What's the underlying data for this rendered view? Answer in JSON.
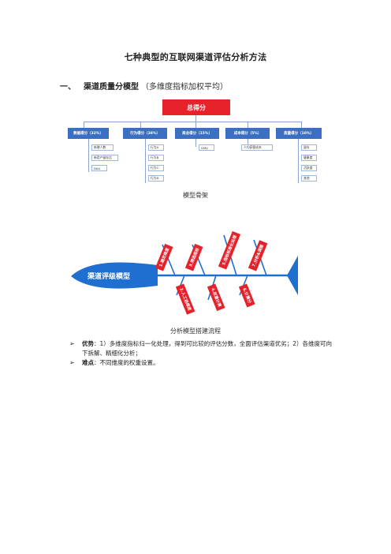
{
  "title": "七种典型的互联网渠道评估分析方法",
  "section": {
    "number": "一、",
    "heading": "渠道质量分模型",
    "sub": "（多维度指标加权平均）"
  },
  "tree": {
    "root": "总得分",
    "categories": [
      {
        "label": "数据得分（32%）",
        "leaves": [
          "新增人数",
          "新用户留存比",
          "DAU"
        ]
      },
      {
        "label": "行为得分（38%）",
        "leaves": [
          "行为A",
          "行为B",
          "行为C",
          "行为D"
        ]
      },
      {
        "label": "商业得分（15%）",
        "leaves": [
          "GMV"
        ]
      },
      {
        "label": "成本得分（5%）",
        "leaves": [
          "人均获客成本"
        ]
      },
      {
        "label": "质量得分（10%）",
        "leaves": [
          "留存",
          "健康度",
          "活跃度",
          "其他"
        ]
      }
    ]
  },
  "caption1": "模型骨架",
  "fishbone": {
    "head": "渠道评级模型",
    "top_tags": [
      "1.确定维度",
      "3.筛选指标",
      "5.指标标准化处理",
      "7.分析&调整"
    ],
    "bottom_tags": [
      "2.人工选维度",
      "4.权重计算",
      "6.计算分"
    ]
  },
  "caption2": "分析模型搭建流程",
  "bullets": [
    {
      "key": "优势",
      "text": "：1）多维度指标归一化处理，得到可比较的评估分数，全面评估渠道优劣；2）各维度可向下拆解、精细化分析；"
    },
    {
      "key": "难点",
      "text": "：不同维度的权重设置。"
    }
  ],
  "colors": {
    "red": "#e3222b",
    "blue": "#3a6fc4",
    "navy": "#1f6fd1"
  }
}
